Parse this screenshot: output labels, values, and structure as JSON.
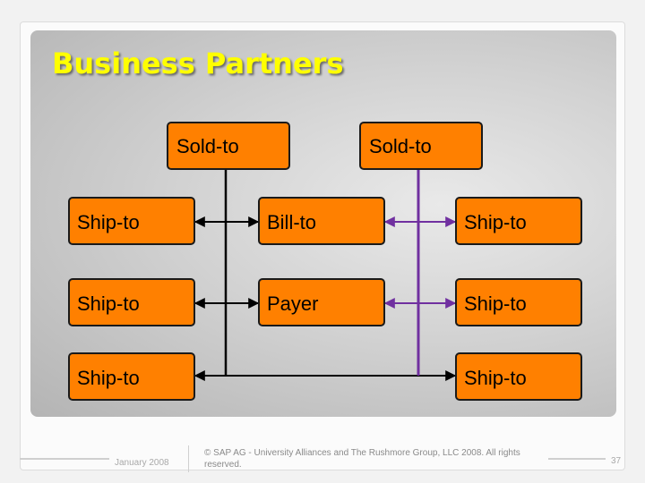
{
  "slide": {
    "title": "Business Partners"
  },
  "diagram": {
    "sold_to_left": "Sold-to",
    "sold_to_right": "Sold-to",
    "ship_to_left_1": "Ship-to",
    "ship_to_left_2": "Ship-to",
    "ship_to_left_3": "Ship-to",
    "bill_to": "Bill-to",
    "payer": "Payer",
    "ship_to_right_1": "Ship-to",
    "ship_to_right_2": "Ship-to",
    "ship_to_right_3": "Ship-to",
    "colors": {
      "box_fill": "#ff8000",
      "black_connector": "#000000",
      "purple_connector": "#7030a0",
      "title": "#ffff00"
    }
  },
  "footer": {
    "date": "January 2008",
    "copyright": "© SAP AG - University Alliances and The Rushmore Group, LLC 2008. All rights reserved.",
    "page": "37"
  }
}
